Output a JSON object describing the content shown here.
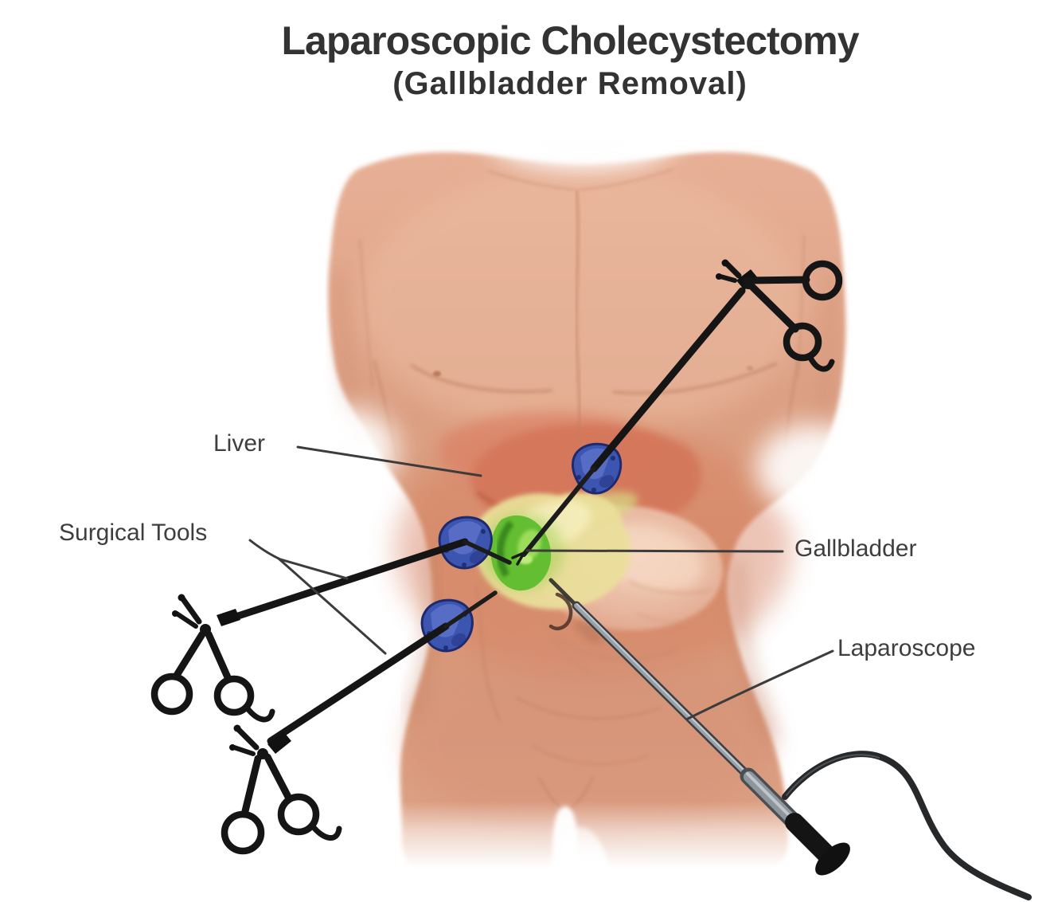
{
  "title": {
    "line1": "Laparoscopic Cholecystectomy",
    "line2": "(Gallbladder Removal)"
  },
  "labels": {
    "liver": "Liver",
    "surgical_tools": "Surgical Tools",
    "gallbladder": "Gallbladder",
    "laparoscope": "Laparoscope"
  },
  "colors": {
    "background": "#ffffff",
    "title_text": "#333333",
    "label_text": "#3e3e3e",
    "leader_line": "#3c3c3c",
    "skin": "#dca083",
    "liver": "#d4765a",
    "stomach": "#e9baa2",
    "omentum_fat": "#ebdf9b",
    "gallbladder": "#64be32",
    "trocar_port": "#3c55b0",
    "trocar_port_outline": "#1d2a6e",
    "instrument": "#151515",
    "scope_shaft": "#9aa2a8",
    "scope_cable": "#26282a"
  }
}
